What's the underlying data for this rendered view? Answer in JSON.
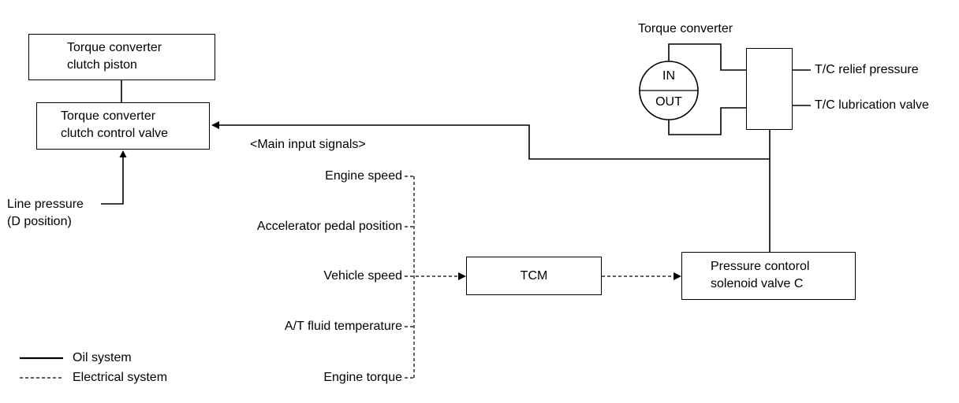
{
  "piston": {
    "label_line1": "Torque converter",
    "label_line2": "clutch piston"
  },
  "control_valve": {
    "label_line1": "Torque converter",
    "label_line2": "clutch control valve"
  },
  "line_pressure": {
    "label_line1": "Line pressure",
    "label_line2": "(D position)"
  },
  "signals": {
    "heading": "<Main input signals>",
    "items": [
      "Engine speed",
      "Accelerator pedal position",
      "Vehicle speed",
      "A/T fluid temperature",
      "Engine torque"
    ]
  },
  "tcm": {
    "label": "TCM"
  },
  "solenoid": {
    "label_line1": "Pressure contorol",
    "label_line2": "solenoid valve C"
  },
  "torque_converter": {
    "label": "Torque converter",
    "in_label": "IN",
    "out_label": "OUT"
  },
  "outputs": {
    "relief": "T/C relief pressure",
    "lubrication": "T/C lubrication valve"
  },
  "legend": {
    "oil": "Oil system",
    "electrical": "Electrical system"
  }
}
